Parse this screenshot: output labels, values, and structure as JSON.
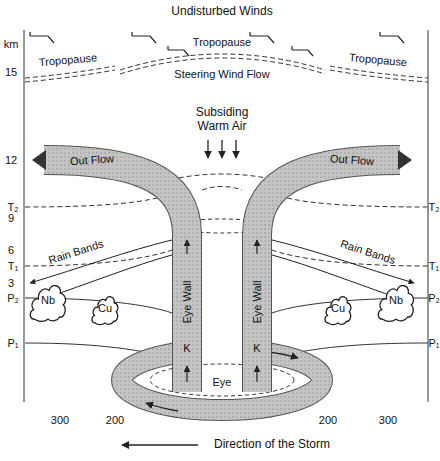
{
  "diagram": {
    "nodes": [
      {
        "text": [
          "Nb"
        ]
      },
      {
        "text": [
          "Cu"
        ]
      },
      {
        "text": [
          "Cu"
        ]
      },
      {
        "text": [
          "Nb"
        ]
      }
    ],
    "labels": [
      "Undisturbed Winds",
      "km",
      "Tropopause",
      "15",
      "Tropopause",
      "Steering Wind Flow",
      "Tropopause",
      "12",
      "Subsiding Warm Air",
      "Out Flow",
      "Out Flow",
      "9",
      "T₂",
      "T₂",
      "6",
      "T₁",
      "Rain Bands",
      "Rain Bands",
      "Eye Wall",
      "Eye Wall",
      "T₁",
      "3",
      "P₂",
      "P₂",
      "K",
      "K",
      "P₁",
      "P₁",
      "Eye",
      "300",
      "200",
      "200",
      "300",
      "Direction of the Storm"
    ]
  }
}
